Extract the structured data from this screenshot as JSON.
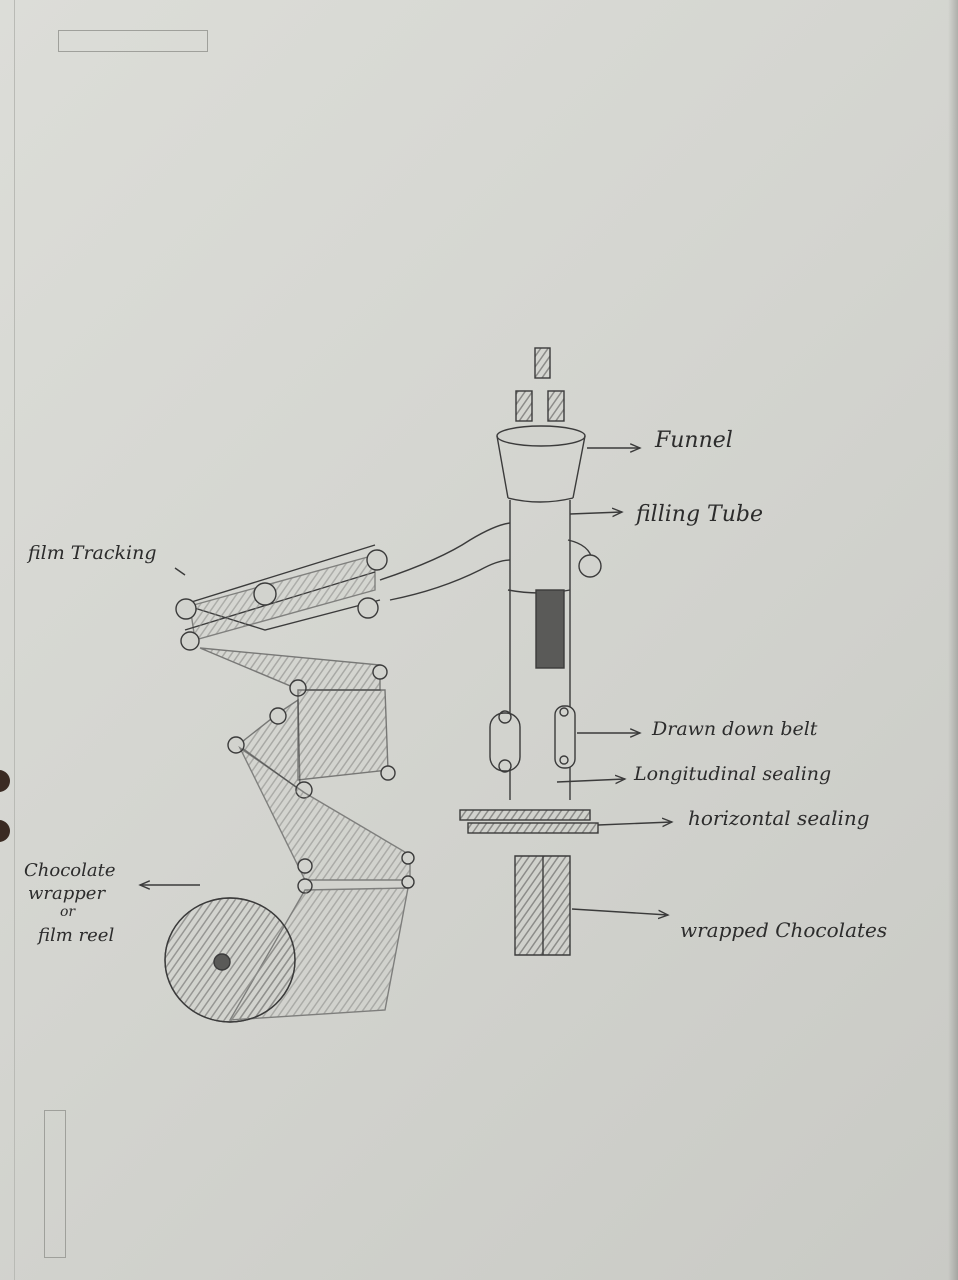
{
  "labels": {
    "funnel": "Funnel",
    "filling_tube": "filling Tube",
    "film_tracking": "film Tracking",
    "drawn_down_belt": "Drawn down belt",
    "longitudinal_sealing": "Longitudinal sealing",
    "horizontal_sealing": "horizontal sealing",
    "chocolate_wrapper_line1": "Chocolate",
    "chocolate_wrapper_line2": "wrapper",
    "chocolate_wrapper_line3": "or",
    "chocolate_wrapper_line4": "film reel",
    "wrapped_chocolates": "wrapped Chocolates"
  },
  "colors": {
    "pencil": "#3b3b3b",
    "shade": "#8f8f8c",
    "paper": "#d6d7d2"
  }
}
